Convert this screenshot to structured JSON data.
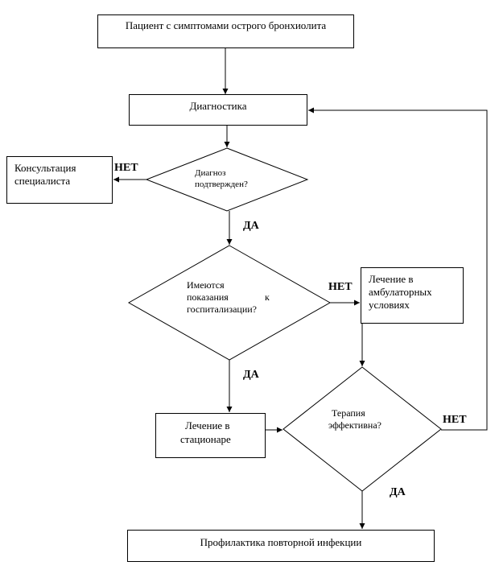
{
  "nodes": {
    "start": "Пациент с симптомами острого бронхиолита",
    "diagnostics": "Диагностика",
    "specialist_line1": "Консультация",
    "specialist_line2": "специалиста",
    "diag_confirmed_line1": "Диагноз",
    "diag_confirmed_line2": "подтвержден?",
    "hosp_line1": "Имеются",
    "hosp_line2a": "показания",
    "hosp_line2b": "к",
    "hosp_line3": "госпитализации?",
    "outpatient_line1": "Лечение в",
    "outpatient_line2": "амбулаторных",
    "outpatient_line3": "условиях",
    "inpatient_line1": "Лечение в",
    "inpatient_line2": "стационаре",
    "therapy_line1": "Терапия",
    "therapy_line2": "эффективна?",
    "prevention": "Профилактика повторной инфекции"
  },
  "edge_labels": {
    "no_1": "НЕТ",
    "yes_1": "ДА",
    "no_2": "НЕТ",
    "yes_2": "ДА",
    "no_3": "НЕТ",
    "yes_3": "ДА"
  },
  "colors": {
    "stroke": "#000000",
    "background": "#ffffff",
    "spellcheck_underline": "#d00000"
  }
}
